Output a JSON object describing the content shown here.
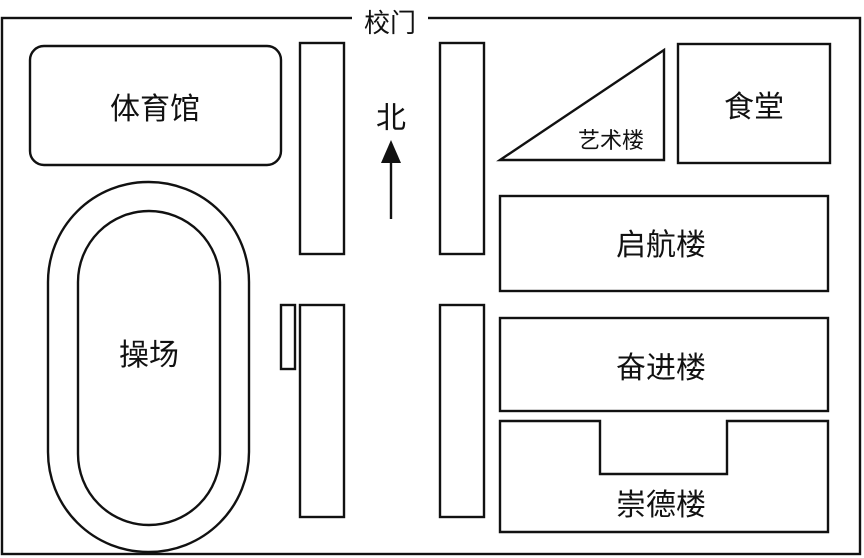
{
  "gate": "校门",
  "north": "北",
  "buildings": {
    "gym": "体育馆",
    "playground": "操场",
    "art": "艺术楼",
    "canteen": "食堂",
    "qihang": "启航楼",
    "fenjin": "奋进楼",
    "chongde": "崇德楼"
  },
  "colors": {
    "line": "#111111",
    "background": "#ffffff"
  }
}
